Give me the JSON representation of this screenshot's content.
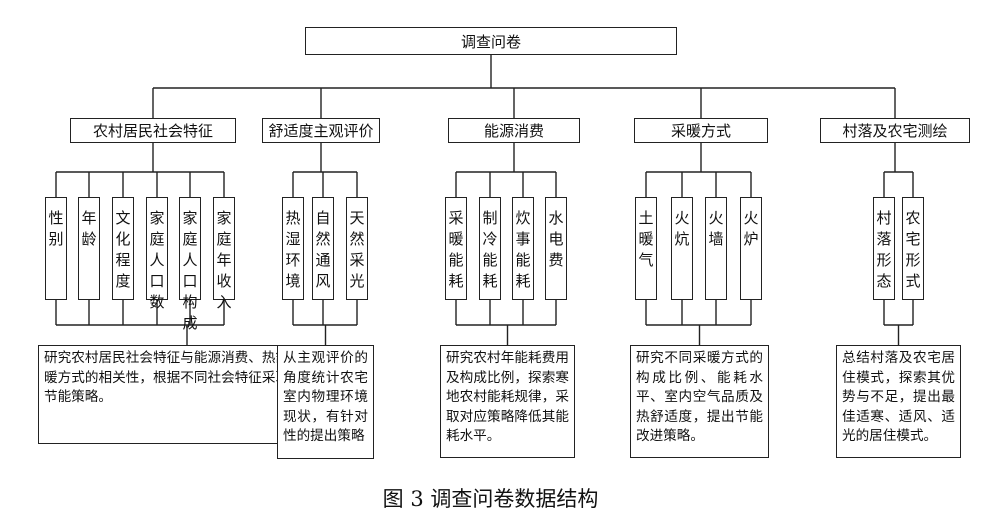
{
  "root": "调查问卷",
  "categories": [
    {
      "title": "农村居民社会特征",
      "items": [
        "性别",
        "年龄",
        "文化程度",
        "家庭人口数",
        "家庭人口构成",
        "家庭年收入"
      ],
      "description": "研究农村居民社会特征与能源消费、热舒适、采暖方式的相关性，根据不同社会特征采取对应的节能策略。"
    },
    {
      "title": "舒适度主观评价",
      "items": [
        "热湿环境",
        "自然通风",
        "天然采光"
      ],
      "description": "从主观评价的角度统计农宅室内物理环境现状，有针对性的提出策略"
    },
    {
      "title": "能源消费",
      "items": [
        "采暖能耗",
        "制冷能耗",
        "炊事能耗",
        "水电费"
      ],
      "description": "研究农村年能耗费用及构成比例，探索寒地农村能耗规律，采取对应策略降低其能耗水平。"
    },
    {
      "title": "采暖方式",
      "items": [
        "土暖气",
        "火炕",
        "火墙",
        "火炉"
      ],
      "description": "研究不同采暖方式的构成比例、能耗水平、室内空气品质及热舒适度，提出节能改进策略。"
    },
    {
      "title": "村落及农宅测绘",
      "items": [
        "村落形态",
        "农宅形式"
      ],
      "description": "总结村落及农宅居住模式，探索其优势与不足，提出最佳适寒、适风、适光的居住模式。"
    }
  ],
  "caption": "图 3  调查问卷数据结构"
}
